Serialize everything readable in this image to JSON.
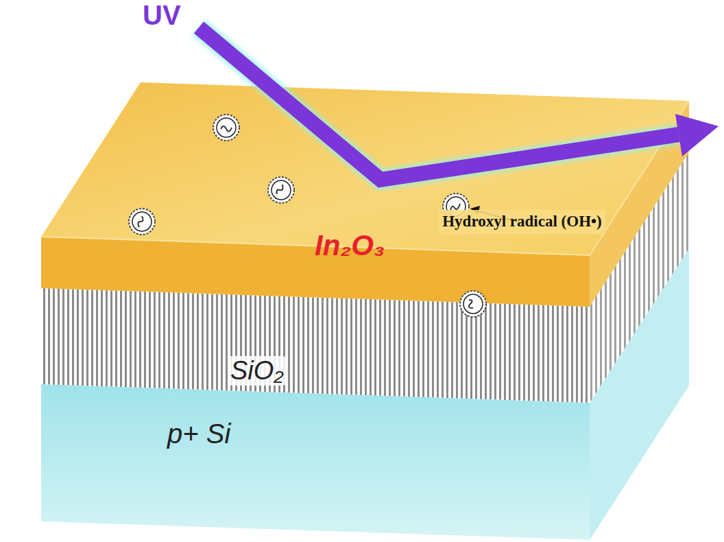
{
  "diagram": {
    "nodes": [
      {
        "text": [
          "In₂O₃"
        ]
      },
      {
        "text": [
          "SiO₂"
        ]
      },
      {
        "text": [
          "p+ Si"
        ]
      }
    ],
    "labels": [
      "UV",
      "Hydroxyl radical (OH•)"
    ]
  }
}
